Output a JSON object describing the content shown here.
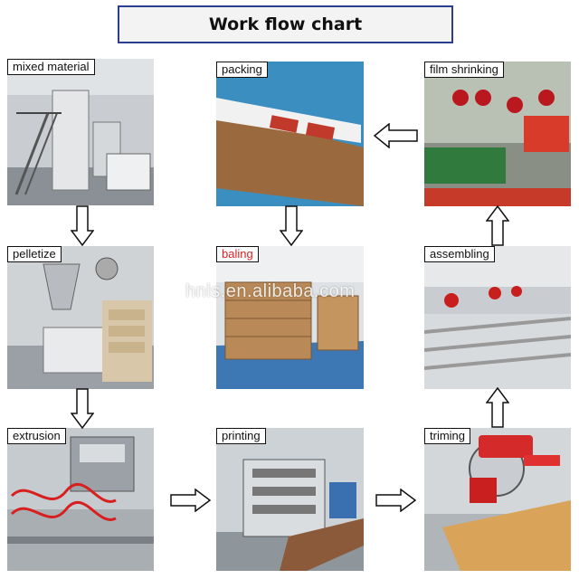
{
  "title": "Work flow chart",
  "watermark": "hnls.en.alibaba.com",
  "steps": [
    {
      "id": "mixed-material",
      "label": "mixed material"
    },
    {
      "id": "pelletize",
      "label": "pelletize"
    },
    {
      "id": "extrusion",
      "label": "extrusion"
    },
    {
      "id": "printing",
      "label": "printing"
    },
    {
      "id": "triming",
      "label": "triming"
    },
    {
      "id": "assembling",
      "label": "assembling"
    },
    {
      "id": "film-shrinking",
      "label": "film shrinking"
    },
    {
      "id": "packing",
      "label": "packing"
    },
    {
      "id": "baling",
      "label": "baling"
    }
  ],
  "colors": {
    "title_border": "#2c3f8f",
    "baling_label": "#e02020",
    "arrow_fill": "#ffffff",
    "arrow_stroke": "#111111"
  }
}
